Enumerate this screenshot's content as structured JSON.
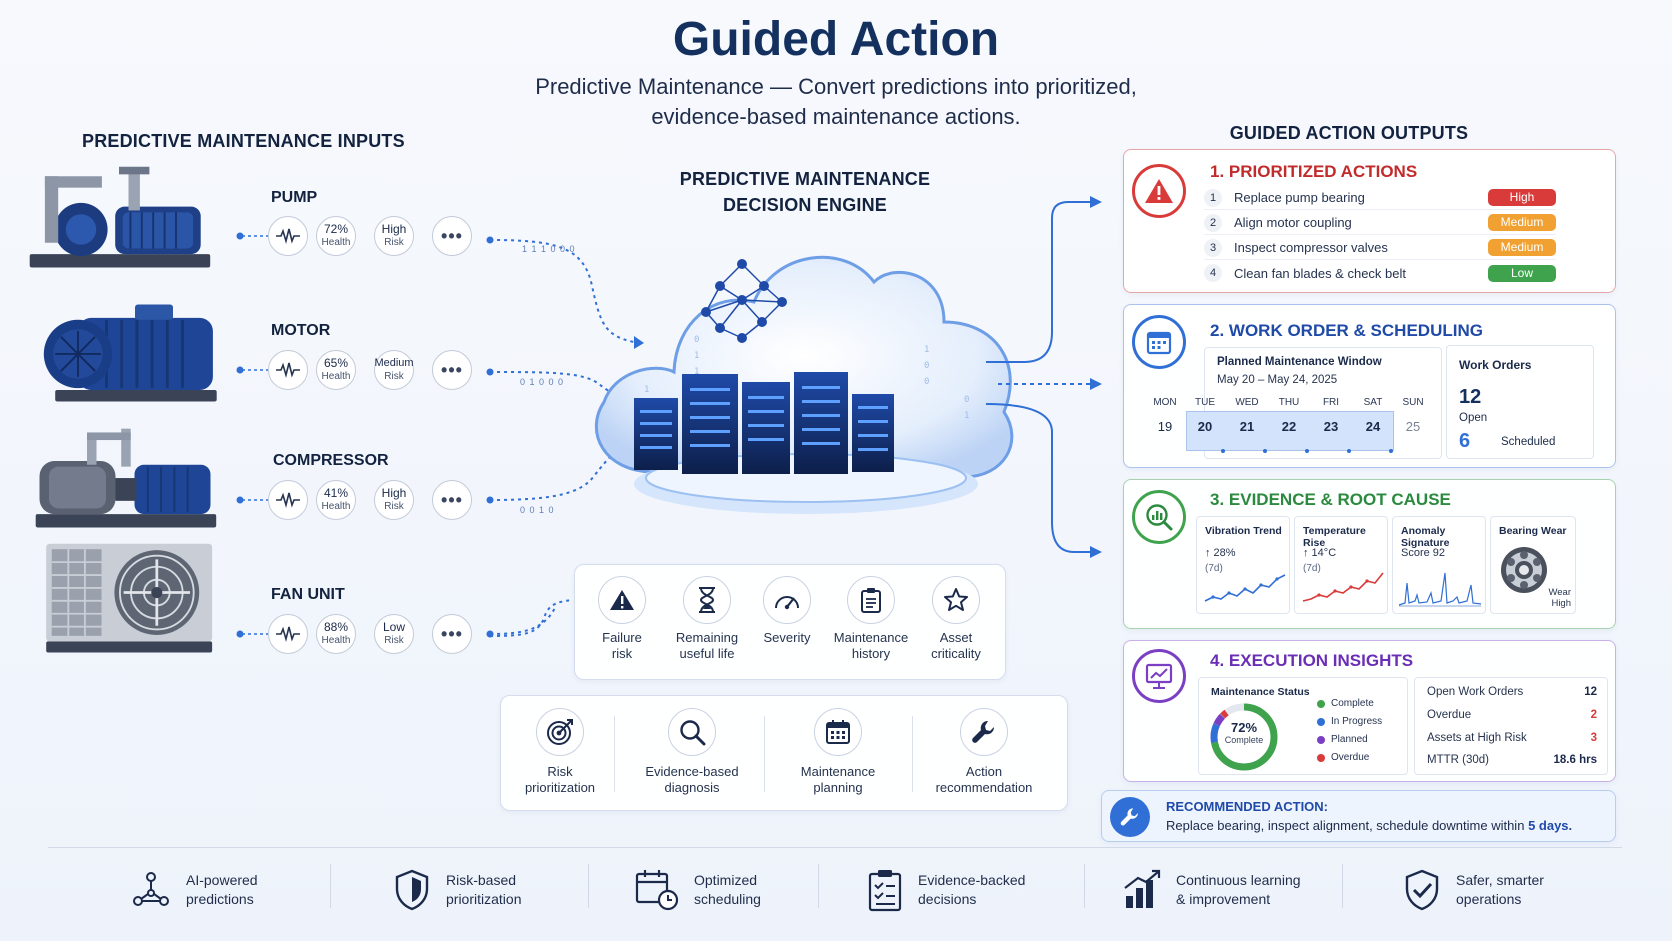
{
  "header": {
    "title": "Guided Action",
    "subtitle_line1": "Predictive Maintenance — Convert predictions into prioritized,",
    "subtitle_line2": "evidence-based maintenance actions."
  },
  "inputs": {
    "heading": "PREDICTIVE MAINTENANCE INPUTS",
    "assets": [
      {
        "name": "PUMP",
        "health": "72%",
        "health_label": "Health",
        "risk": "High",
        "risk_label": "Risk",
        "more": "•••"
      },
      {
        "name": "MOTOR",
        "health": "65%",
        "health_label": "Health",
        "risk": "Medium",
        "risk_label": "Risk",
        "more": "•••"
      },
      {
        "name": "COMPRESSOR",
        "health": "41%",
        "health_label": "Health",
        "risk": "High",
        "risk_label": "Risk",
        "more": "•••"
      },
      {
        "name": "FAN UNIT",
        "health": "88%",
        "health_label": "Health",
        "risk": "Low",
        "risk_label": "Risk",
        "more": "•••"
      }
    ],
    "flow_bits": [
      "1 1 1 0 0 0",
      "0 1 0 0 0",
      "0 0 1 0"
    ]
  },
  "engine": {
    "title_line1": "PREDICTIVE MAINTENANCE",
    "title_line2": "DECISION ENGINE",
    "factors": [
      {
        "icon": "warning-icon",
        "l1": "Failure",
        "l2": "risk"
      },
      {
        "icon": "hourglass-icon",
        "l1": "Remaining",
        "l2": "useful life"
      },
      {
        "icon": "gauge-icon",
        "l1": "Severity",
        "l2": ""
      },
      {
        "icon": "clipboard-icon",
        "l1": "Maintenance",
        "l2": "history"
      },
      {
        "icon": "star-icon",
        "l1": "Asset",
        "l2": "criticality"
      }
    ],
    "capabilities": [
      {
        "icon": "target-icon",
        "l1": "Risk",
        "l2": "prioritization"
      },
      {
        "icon": "magnifier-icon",
        "l1": "Evidence-based",
        "l2": "diagnosis"
      },
      {
        "icon": "calendar-icon",
        "l1": "Maintenance",
        "l2": "planning"
      },
      {
        "icon": "wrench-icon",
        "l1": "Action",
        "l2": "recommendation"
      }
    ]
  },
  "outputs": {
    "heading": "GUIDED ACTION OUTPUTS",
    "prioritized": {
      "title": "1. PRIORITIZED ACTIONS",
      "items": [
        {
          "n": "1",
          "text": "Replace pump bearing",
          "priority": "High",
          "color": "#d93a3a"
        },
        {
          "n": "2",
          "text": "Align motor coupling",
          "priority": "Medium",
          "color": "#f0a132"
        },
        {
          "n": "3",
          "text": "Inspect compressor valves",
          "priority": "Medium",
          "color": "#f0a132"
        },
        {
          "n": "4",
          "text": "Clean fan blades & check belt",
          "priority": "Low",
          "color": "#3fa34d"
        }
      ]
    },
    "scheduling": {
      "title": "2. WORK ORDER & SCHEDULING",
      "window_label": "Planned Maintenance Window",
      "window_range": "May 20 – May 24, 2025",
      "days": [
        "MON",
        "TUE",
        "WED",
        "THU",
        "FRI",
        "SAT",
        "SUN"
      ],
      "dates": [
        "19",
        "20",
        "21",
        "22",
        "23",
        "24",
        "25"
      ],
      "work_orders_label": "Work Orders",
      "open_count": "12",
      "open_label": "Open",
      "scheduled_count": "6",
      "scheduled_label": "Scheduled"
    },
    "evidence": {
      "title": "3. EVIDENCE & ROOT CAUSE",
      "cards": [
        {
          "title": "Vibration Trend",
          "v1": "↑ 28%",
          "v2": "(7d)"
        },
        {
          "title": "Temperature Rise",
          "v1": "↑ 14°C",
          "v2": "(7d)"
        },
        {
          "title": "Anomaly Signature",
          "v1": "Score 92",
          "v2": ""
        },
        {
          "title": "Bearing Wear",
          "v1": "Wear",
          "v2": "High"
        }
      ]
    },
    "execution": {
      "title": "4. EXECUTION INSIGHTS",
      "status_label": "Maintenance Status",
      "complete_pct": "72%",
      "complete_label": "Complete",
      "complete_fraction": 0.72,
      "legend": [
        {
          "label": "Complete",
          "color": "#3fa34d"
        },
        {
          "label": "In Progress",
          "color": "#2f6fd6"
        },
        {
          "label": "Planned",
          "color": "#7b3fc4"
        },
        {
          "label": "Overdue",
          "color": "#d93a3a"
        }
      ],
      "stats": [
        {
          "label": "Open Work Orders",
          "value": "12",
          "color": "#1b2a4a"
        },
        {
          "label": "Overdue",
          "value": "2",
          "color": "#d93a3a"
        },
        {
          "label": "Assets at High Risk",
          "value": "3",
          "color": "#d93a3a"
        },
        {
          "label": "MTTR (30d)",
          "value": "18.6 hrs",
          "color": "#1b2a4a"
        }
      ]
    },
    "recommended": {
      "label": "RECOMMENDED ACTION:",
      "text": "Replace bearing, inspect alignment, schedule downtime within",
      "days": "5 days."
    }
  },
  "benefits": [
    {
      "icon": "ai-network-icon",
      "l1": "AI-powered",
      "l2": "predictions"
    },
    {
      "icon": "shield-icon",
      "l1": "Risk-based",
      "l2": "prioritization"
    },
    {
      "icon": "calendar-clock-icon",
      "l1": "Optimized",
      "l2": "scheduling"
    },
    {
      "icon": "checklist-icon",
      "l1": "Evidence-backed",
      "l2": "decisions"
    },
    {
      "icon": "growth-chart-icon",
      "l1": "Continuous learning",
      "l2": "& improvement"
    },
    {
      "icon": "check-shield-icon",
      "l1": "Safer, smarter",
      "l2": "operations"
    }
  ],
  "colors": {
    "navy": "#13305f",
    "red": "#d93a3a",
    "blue": "#2f6fd6",
    "green": "#3fa34d",
    "purple": "#7b3fc4",
    "orange": "#f0a132"
  }
}
